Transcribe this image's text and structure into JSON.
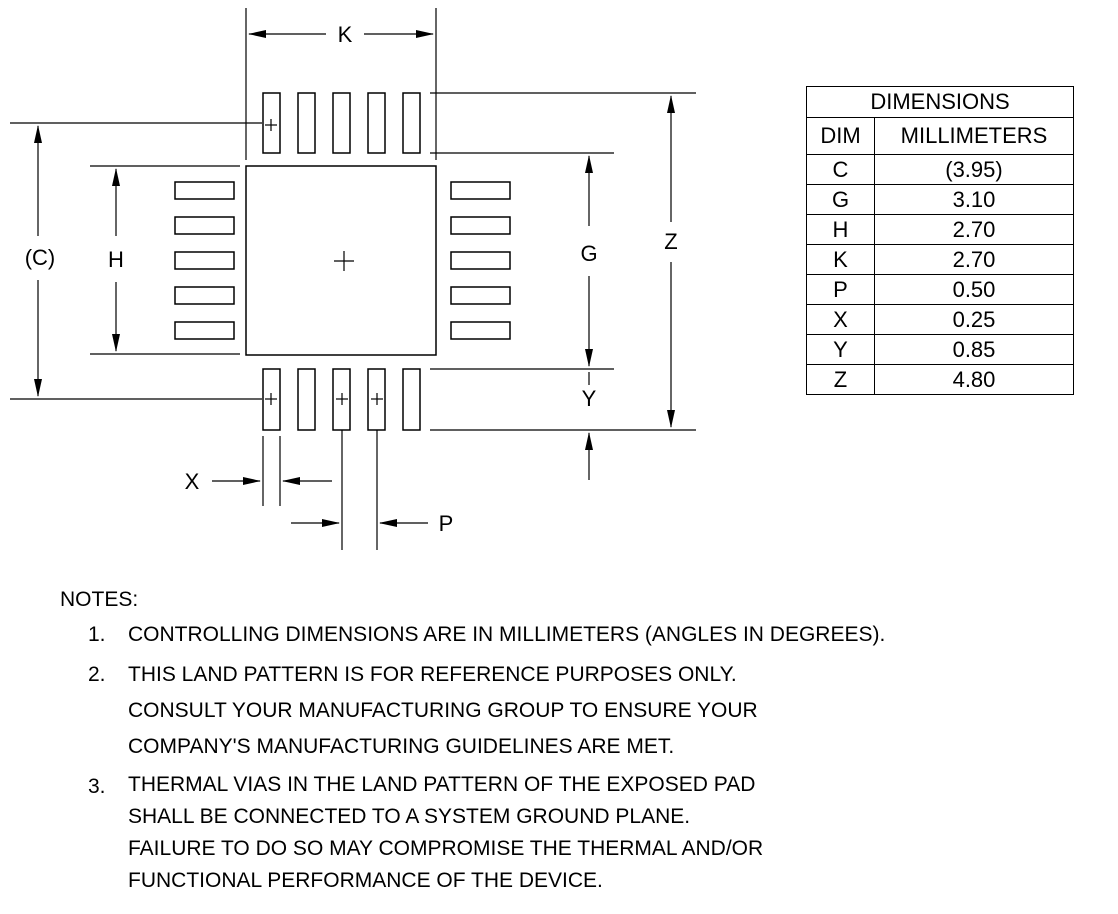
{
  "drawing": {
    "labels": {
      "K": "K",
      "C": "(C)",
      "H": "H",
      "G": "G",
      "Z": "Z",
      "Y": "Y",
      "X": "X",
      "P": "P"
    }
  },
  "table": {
    "title": "DIMENSIONS",
    "col_dim": "DIM",
    "col_mm": "MILLIMETERS",
    "rows": [
      {
        "dim": "C",
        "mm": "(3.95)"
      },
      {
        "dim": "G",
        "mm": "3.10"
      },
      {
        "dim": "H",
        "mm": "2.70"
      },
      {
        "dim": "K",
        "mm": "2.70"
      },
      {
        "dim": "P",
        "mm": "0.50"
      },
      {
        "dim": "X",
        "mm": "0.25"
      },
      {
        "dim": "Y",
        "mm": "0.85"
      },
      {
        "dim": "Z",
        "mm": "4.80"
      }
    ]
  },
  "notes": {
    "title": "NOTES:",
    "items": [
      {
        "num": "1.",
        "lines": [
          "CONTROLLING DIMENSIONS ARE IN MILLIMETERS (ANGLES IN DEGREES)."
        ]
      },
      {
        "num": "2.",
        "lines": [
          "THIS LAND PATTERN IS FOR REFERENCE PURPOSES ONLY.",
          "CONSULT YOUR MANUFACTURING GROUP TO ENSURE YOUR",
          "COMPANY'S MANUFACTURING GUIDELINES ARE MET."
        ]
      },
      {
        "num": "3.",
        "lines": [
          "THERMAL VIAS IN THE LAND PATTERN OF THE EXPOSED PAD",
          "SHALL BE CONNECTED TO A SYSTEM GROUND PLANE.",
          "FAILURE TO DO SO MAY COMPROMISE THE THERMAL AND/OR",
          "FUNCTIONAL PERFORMANCE OF THE DEVICE."
        ]
      }
    ]
  }
}
